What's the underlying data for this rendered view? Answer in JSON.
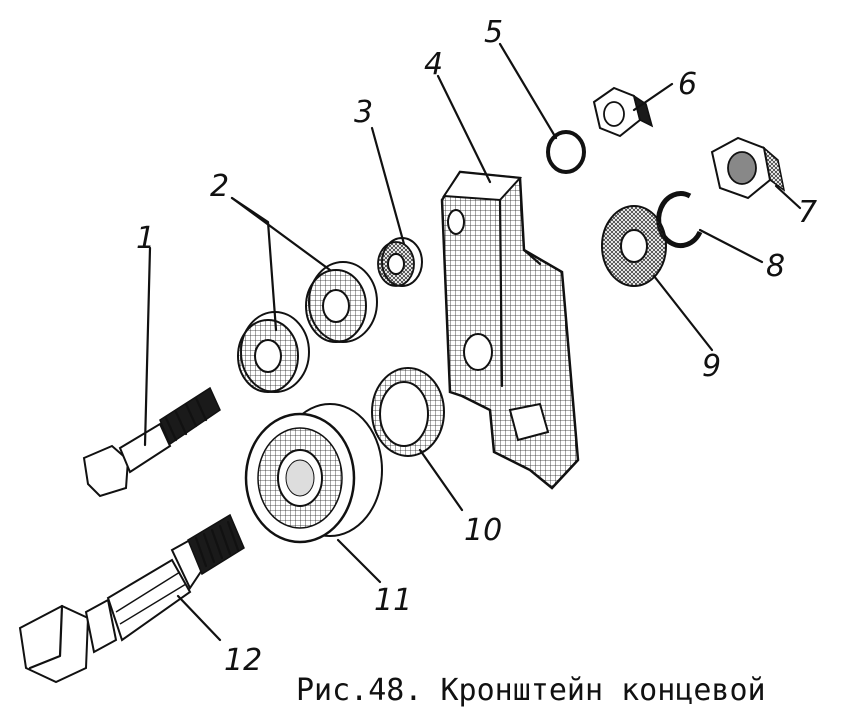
{
  "figure": {
    "caption": "Рис.48. Кронштейн концевой"
  },
  "callouts": [
    "1",
    "2",
    "3",
    "4",
    "5",
    "6",
    "7",
    "8",
    "9",
    "10",
    "11",
    "12"
  ],
  "colors": {
    "ink": "#111111",
    "paper": "#ffffff"
  }
}
